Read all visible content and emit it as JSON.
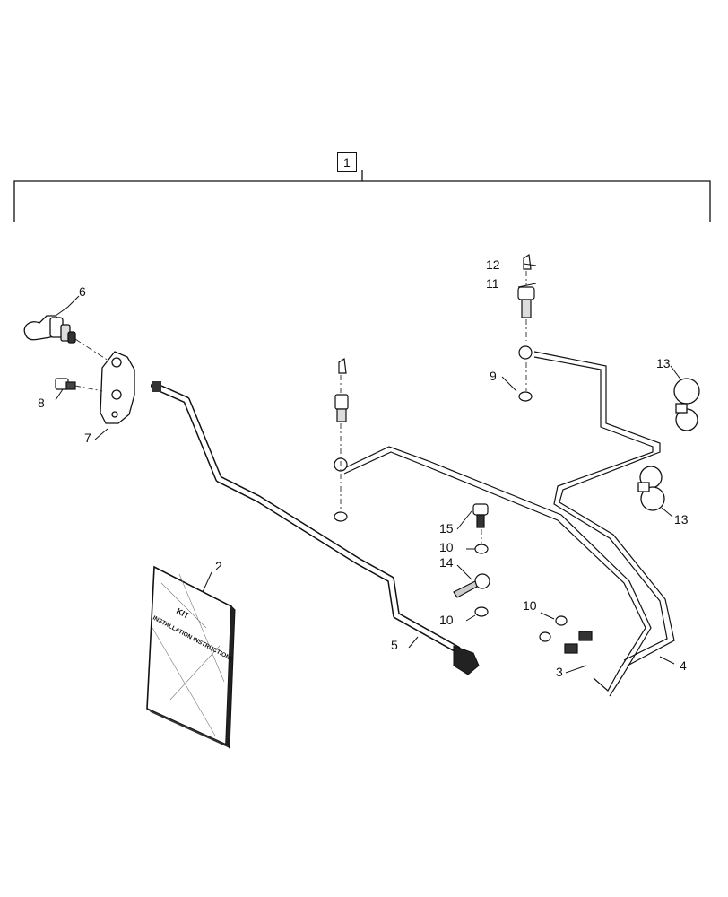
{
  "diagram": {
    "assembly_callout": "1",
    "callouts": [
      {
        "id": "c2",
        "text": "2"
      },
      {
        "id": "c3",
        "text": "3"
      },
      {
        "id": "c4",
        "text": "4"
      },
      {
        "id": "c5",
        "text": "5"
      },
      {
        "id": "c6",
        "text": "6"
      },
      {
        "id": "c7",
        "text": "7"
      },
      {
        "id": "c8",
        "text": "8"
      },
      {
        "id": "c9",
        "text": "9"
      },
      {
        "id": "c10a",
        "text": "10"
      },
      {
        "id": "c10b",
        "text": "10"
      },
      {
        "id": "c10c",
        "text": "10"
      },
      {
        "id": "c11",
        "text": "11"
      },
      {
        "id": "c12",
        "text": "12"
      },
      {
        "id": "c13a",
        "text": "13"
      },
      {
        "id": "c13b",
        "text": "13"
      },
      {
        "id": "c14",
        "text": "14"
      },
      {
        "id": "c15",
        "text": "15"
      }
    ],
    "booklet_lines": [
      "KIT",
      "INSTALLATION INSTRUCTIONS"
    ]
  }
}
